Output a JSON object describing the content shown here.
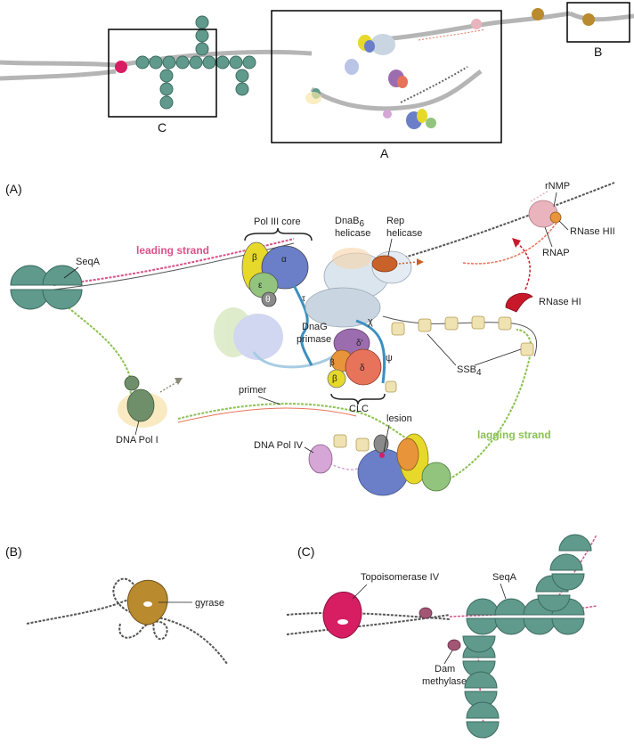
{
  "colors": {
    "seqa": "#5f9a8c",
    "topo": "#d81e63",
    "gyrase": "#b98a2e",
    "pol_alpha": "#6a7fc8",
    "pol_beta": "#e6d92a",
    "pol_eps": "#93c47d",
    "pol_theta": "#8a8a8a",
    "helicase": "#c9d6e1",
    "rep": "#c8612a",
    "primase": "#9c6dae",
    "delta": "#e6735a",
    "dam": "#a35574",
    "polIV": "#d5a6d6",
    "rnase_hi": "#c8192b",
    "rnap": "#e9b4bd",
    "ssb": "#efe2b3",
    "leading": "#d9528a",
    "lagging": "#8cc152",
    "dna": "#444444"
  },
  "overview": {
    "box_c": "C",
    "box_a": "A",
    "box_b": "B"
  },
  "panelA": {
    "tag": "(A)",
    "leading_strand": "leading strand",
    "lagging_strand": "lagging strand",
    "seqa": "SeqA",
    "pol3_core": "Pol III core",
    "alpha": "α",
    "beta1": "β",
    "epsilon": "ε",
    "theta": "θ",
    "tau": "τ",
    "dnab": "DnaB",
    "dnab_sub": "6",
    "dnab_helicase": "helicase",
    "rep": "Rep",
    "rep_helicase": "helicase",
    "rnmp": "rNMP",
    "rnase_hii": "RNase HII",
    "rnap": "RNAP",
    "rnase_hi": "RNase HI",
    "chi": "χ",
    "psi": "ψ",
    "dnag": "DnaG",
    "dnag_primase": "primase",
    "delta_prime": "δ′",
    "delta": "δ",
    "beta2": "β",
    "beta3": "β",
    "ssb": "SSB",
    "ssb_sub": "4",
    "clc": "CLC",
    "primer": "primer",
    "dna_pol_i": "DNA Pol I",
    "dna_pol_iv": "DNA Pol IV",
    "lesion": "lesion"
  },
  "panelB": {
    "tag": "(B)",
    "gyrase": "gyrase"
  },
  "panelC": {
    "tag": "(C)",
    "topo_iv": "Topoisomerase IV",
    "seqa": "SeqA",
    "dam": "Dam",
    "dam2": "methylase"
  }
}
